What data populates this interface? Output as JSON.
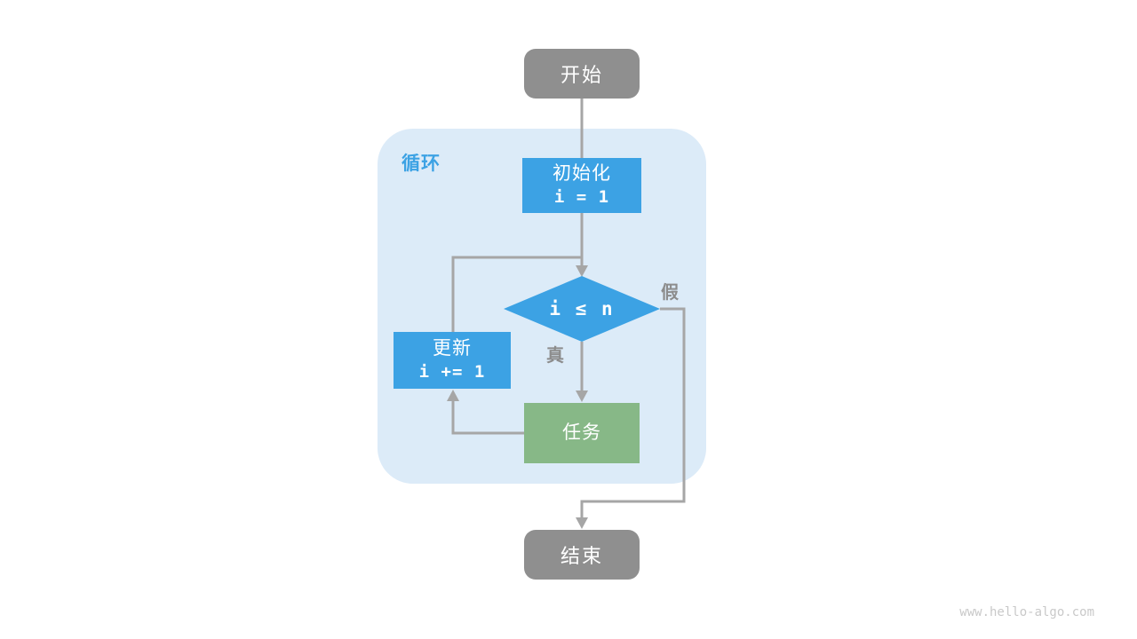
{
  "diagram": {
    "title_hint": "while-loop flowchart",
    "loop_container_label": "循环",
    "nodes": {
      "start": {
        "label": "开始"
      },
      "init": {
        "title": "初始化",
        "code": "i = 1"
      },
      "condition": {
        "label": "i ≤ n"
      },
      "update": {
        "title": "更新",
        "code": "i += 1"
      },
      "task": {
        "label": "任务"
      },
      "end": {
        "label": "结束"
      }
    },
    "edge_labels": {
      "true_branch": "真",
      "false_branch": "假"
    },
    "colors": {
      "terminal_gray": "#8f8f8f",
      "process_blue": "#3ca2e4",
      "task_green": "#87b887",
      "loop_container_bg": "#dcebf8",
      "connector_gray": "#a6a6a6",
      "edge_label_gray": "#8c8c8c",
      "watermark_gray": "#c9c9c9"
    }
  },
  "watermark": "www.hello-algo.com"
}
